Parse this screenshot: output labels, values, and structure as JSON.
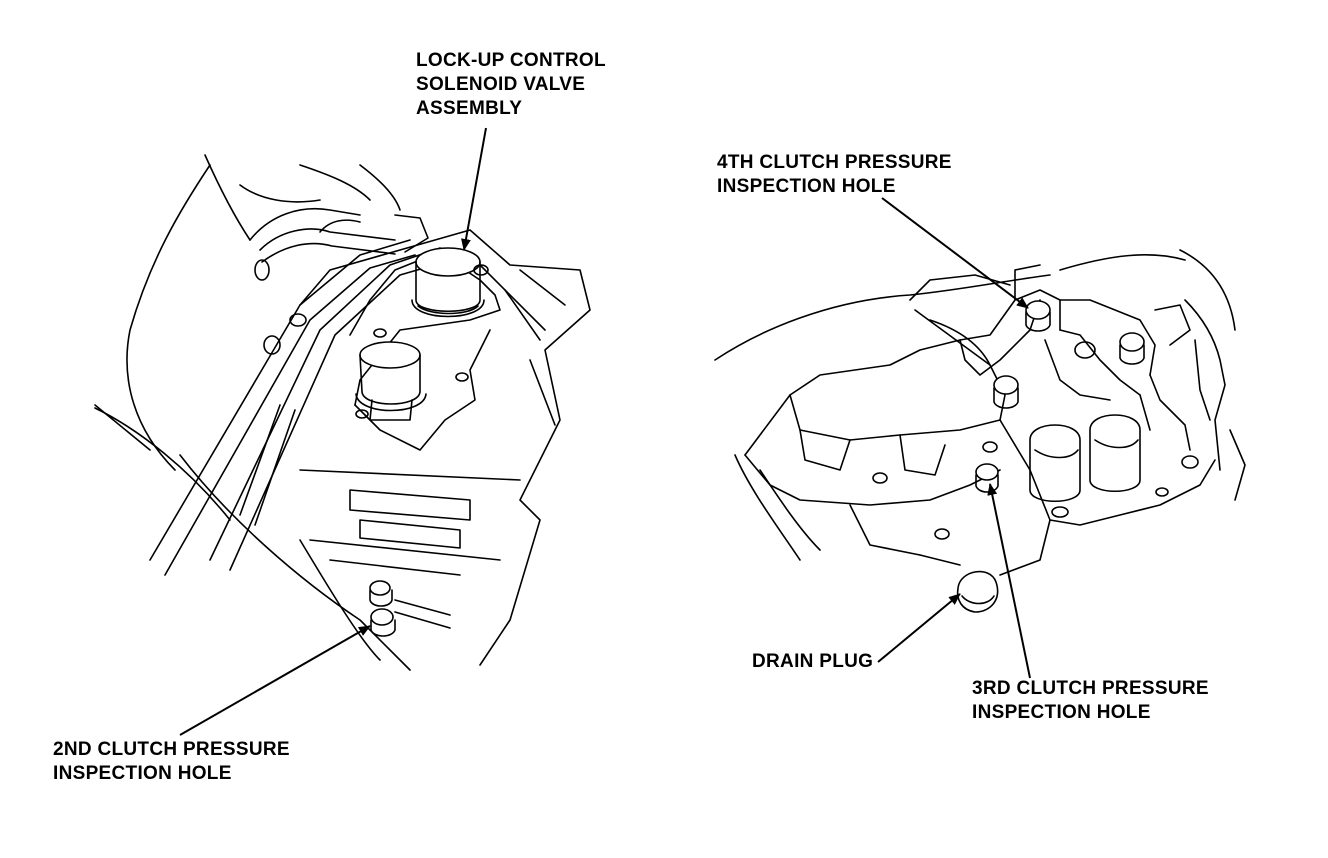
{
  "labels": {
    "lockup": [
      "LOCK-UP CONTROL",
      "SOLENOID VALVE",
      "ASSEMBLY"
    ],
    "clutch2": [
      "2ND CLUTCH PRESSURE",
      "INSPECTION HOLE"
    ],
    "clutch4": [
      "4TH CLUTCH PRESSURE",
      "INSPECTION HOLE"
    ],
    "drain": [
      "DRAIN PLUG"
    ],
    "clutch3": [
      "3RD CLUTCH PRESSURE",
      "INSPECTION HOLE"
    ]
  },
  "colors": {
    "ink": "#000000",
    "paper": "#ffffff"
  }
}
